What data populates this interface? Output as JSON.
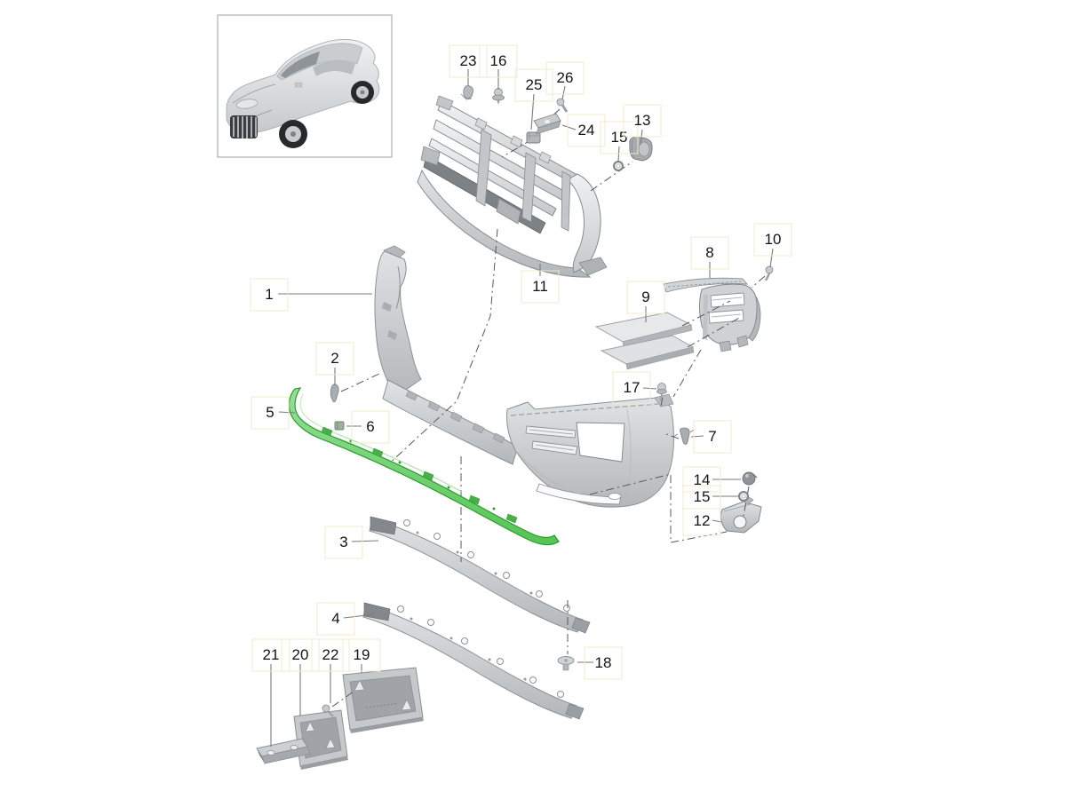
{
  "diagram": {
    "type": "exploded-parts-diagram",
    "vehicle_view": "suv-three-quarter-front",
    "highlighted_part_callout": "5",
    "colors": {
      "background": "#ffffff",
      "highlight_fill": "#6fd46f",
      "highlight_stroke": "#2c9a2c",
      "part_fill": "#d6d9db",
      "part_stroke": "#8b9094",
      "callout_box": "#f1e8cd",
      "leader_line": "#7a7a7a",
      "assembly_line": "#55585c",
      "label_text": "#141414"
    },
    "callouts": [
      {
        "number": "23"
      },
      {
        "number": "16"
      },
      {
        "number": "25"
      },
      {
        "number": "26"
      },
      {
        "number": "24"
      },
      {
        "number": "15"
      },
      {
        "number": "13"
      },
      {
        "number": "11"
      },
      {
        "number": "8"
      },
      {
        "number": "10"
      },
      {
        "number": "9"
      },
      {
        "number": "1"
      },
      {
        "number": "2"
      },
      {
        "number": "17"
      },
      {
        "number": "5"
      },
      {
        "number": "6"
      },
      {
        "number": "7"
      },
      {
        "number": "14"
      },
      {
        "number": "15"
      },
      {
        "number": "12"
      },
      {
        "number": "3"
      },
      {
        "number": "4"
      },
      {
        "number": "18"
      },
      {
        "number": "21"
      },
      {
        "number": "20"
      },
      {
        "number": "22"
      },
      {
        "number": "19"
      }
    ]
  }
}
